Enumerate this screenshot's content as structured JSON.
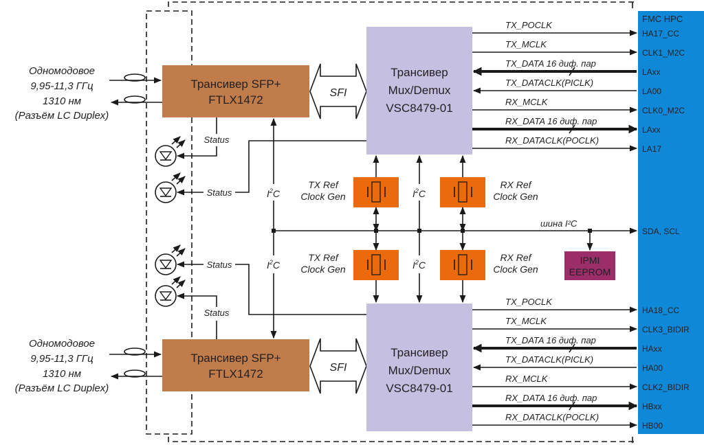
{
  "colors": {
    "sfp": "#c07c4a",
    "mux": "#c5bfe1",
    "clock": "#ea6a0c",
    "eeprom": "#9b2d6b",
    "fmc": "#0f88d8"
  },
  "fmc": {
    "title": "FMC  HPC"
  },
  "optical": {
    "lines": [
      "Одномодовое",
      "9,95-11,3 ГГц",
      "1310 нм",
      "(Разъём LC Duplex)"
    ]
  },
  "sfp": {
    "line1": "Трансивер SFP+",
    "line2": "FTLX1472"
  },
  "sfi": "SFI",
  "mux": {
    "line1": "Трансивер",
    "line2": "Mux/Demux",
    "line3": "VSC8479-01"
  },
  "status": "Status",
  "i2c": {
    "I": "I",
    "sup": "2",
    "C": "C"
  },
  "bus_label": "шина I²C",
  "clocks": {
    "tx": [
      "TX Ref",
      "Clock Gen"
    ],
    "rx": [
      "RX Ref",
      "Clock Gen"
    ]
  },
  "eeprom": {
    "line1": "IPMI",
    "line2": "EEPROM"
  },
  "sda_pin": "SDA, SCL",
  "top_signals": [
    {
      "label": "TX_POCLK",
      "pin": "HA17_CC",
      "dir": "out",
      "thick": false
    },
    {
      "label": "TX_MCLK",
      "pin": "CLK1_M2C",
      "dir": "out",
      "thick": false
    },
    {
      "label": "TX_DATA 16 диф. пар",
      "pin": "LAxx",
      "dir": "in",
      "thick": true
    },
    {
      "label": "TX_DATACLK(PICLK)",
      "pin": "LA00",
      "dir": "in",
      "thick": false
    },
    {
      "label": "RX_MCLK",
      "pin": "CLK0_M2C",
      "dir": "out",
      "thick": false
    },
    {
      "label": "RX_DATA 16 диф. пар",
      "pin": "LAxx",
      "dir": "out",
      "thick": true
    },
    {
      "label": "RX_DATACLK(POCLK)",
      "pin": "LA17",
      "dir": "out",
      "thick": false
    }
  ],
  "bottom_signals": [
    {
      "label": "TX_POCLK",
      "pin": "HA18_CC",
      "dir": "out",
      "thick": false
    },
    {
      "label": "TX_MCLK",
      "pin": "CLK3_BIDIR",
      "dir": "out",
      "thick": false
    },
    {
      "label": "TX_DATA  16 диф. пар",
      "pin": "HAxx",
      "dir": "in",
      "thick": true
    },
    {
      "label": "TX_DATACLK(PICLK)",
      "pin": "HA00",
      "dir": "in",
      "thick": false
    },
    {
      "label": "RX_MCLK",
      "pin": "CLK2_BIDIR",
      "dir": "out",
      "thick": false
    },
    {
      "label": "RX_DATA 16 диф. пар",
      "pin": "HBxx",
      "dir": "out",
      "thick": true
    },
    {
      "label": "RX_DATACLK(POCLK)",
      "pin": "HB00",
      "dir": "out",
      "thick": false
    }
  ]
}
